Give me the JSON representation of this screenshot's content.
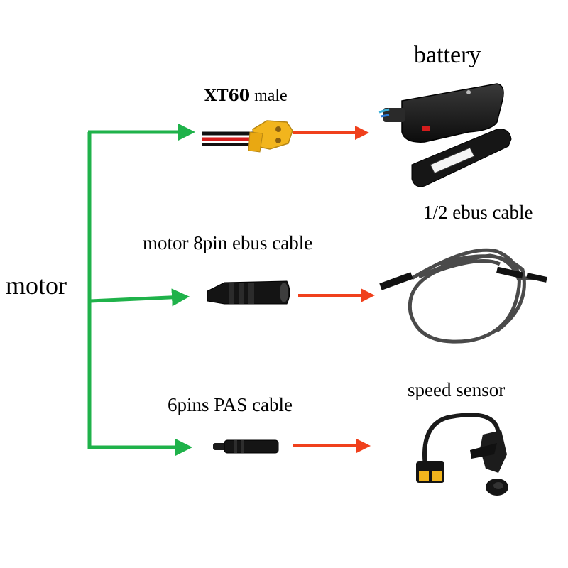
{
  "labels": {
    "motor": "motor",
    "xt60_bold": "XT60",
    "xt60_rest": " male",
    "battery": "battery",
    "ebus_half": "1/2 ebus cable",
    "motor_ebus": "motor 8pin ebus cable",
    "pas": "6pins PAS cable",
    "speed_sensor": "speed sensor"
  },
  "colors": {
    "green_arrow": "#1fb24a",
    "red_arrow": "#f0401c",
    "xt60_yellow": "#f2b51d",
    "cable_gray": "#4a4a4a",
    "connector_black": "#1a1a1a"
  },
  "icons": {
    "xt60": "xt60-connector-icon",
    "battery": "ebike-battery-icon",
    "ebus8": "ebus-8pin-connector-icon",
    "ebus_cable": "ebus-cable-coil-icon",
    "pas": "pas-connector-icon",
    "speed": "speed-sensor-icon"
  }
}
